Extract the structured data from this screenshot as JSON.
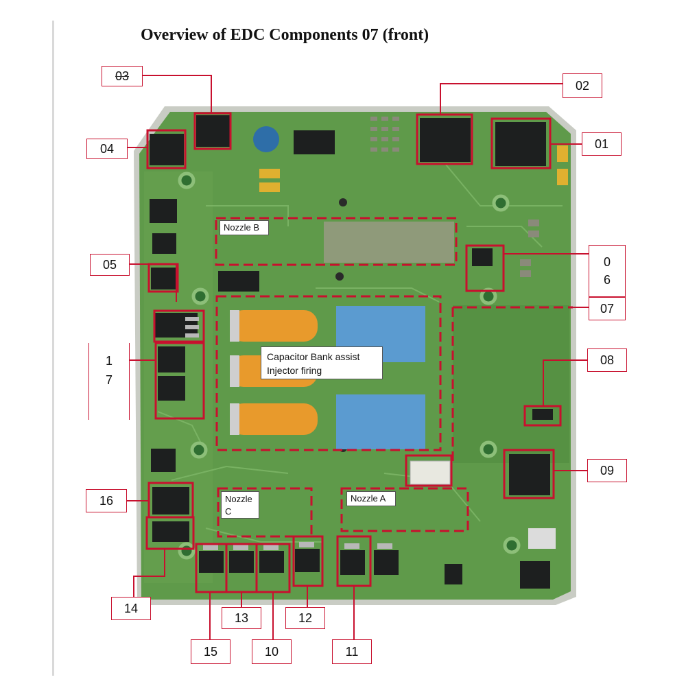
{
  "title": "Overview of EDC Components 07 (front)",
  "labels": {
    "l01": "01",
    "l02": "02",
    "l03": "03",
    "l04": "04",
    "l05": "05",
    "l06a": "0",
    "l06b": "6",
    "l07": "07",
    "l08": "08",
    "l09": "09",
    "l10": "10",
    "l11": "11",
    "l12": "12",
    "l13": "13",
    "l14": "14",
    "l15": "15",
    "l16": "16",
    "l17a": "1",
    "l17b": "7"
  },
  "regions": {
    "nozzle_b": "Nozzle B",
    "nozzle_c_line1": "Nozzle",
    "nozzle_c_line2": "C",
    "nozzle_a": "Nozzle A",
    "capacitor_line1": "Capacitor Bank assist",
    "capacitor_line2": "Injector firing"
  },
  "colors": {
    "board": "#5f9a4a",
    "board_frame": "#c9ccc4",
    "highlight": "#c8102e",
    "capacitor": "#e89a2c",
    "film_capacitor": "#5b9bd0",
    "chip": "#1d1f1f"
  }
}
